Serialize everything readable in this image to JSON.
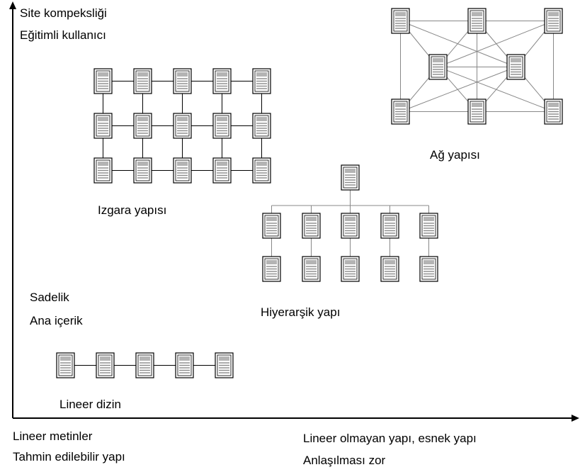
{
  "axes": {
    "y_top_labels": [
      "Site kompeksliği",
      "Eğitimli kullanıcı"
    ],
    "y_bottom_labels": [
      "Sadelik",
      "Ana içerik"
    ],
    "x_left_labels": [
      "Lineer metinler",
      "Tahmin edilebilir yapı"
    ],
    "x_right_labels": [
      "Lineer olmayan yapı, esnek yapı",
      "Anlaşılması zor"
    ]
  },
  "structures": {
    "grid": {
      "label": "Izgara yapısı",
      "rows": 3,
      "cols": 5
    },
    "network": {
      "label": "Ağ yapısı",
      "nodes": 8
    },
    "hierarchy": {
      "label": "Hiyerarşik yapı",
      "levels": [
        1,
        5,
        5
      ]
    },
    "linear": {
      "label": "Lineer dizin",
      "nodes": 5
    }
  },
  "colors": {
    "line": "#000000",
    "connector": "#888888",
    "page_fill": "#ffffff",
    "page_inner": "#b4b4b4"
  }
}
